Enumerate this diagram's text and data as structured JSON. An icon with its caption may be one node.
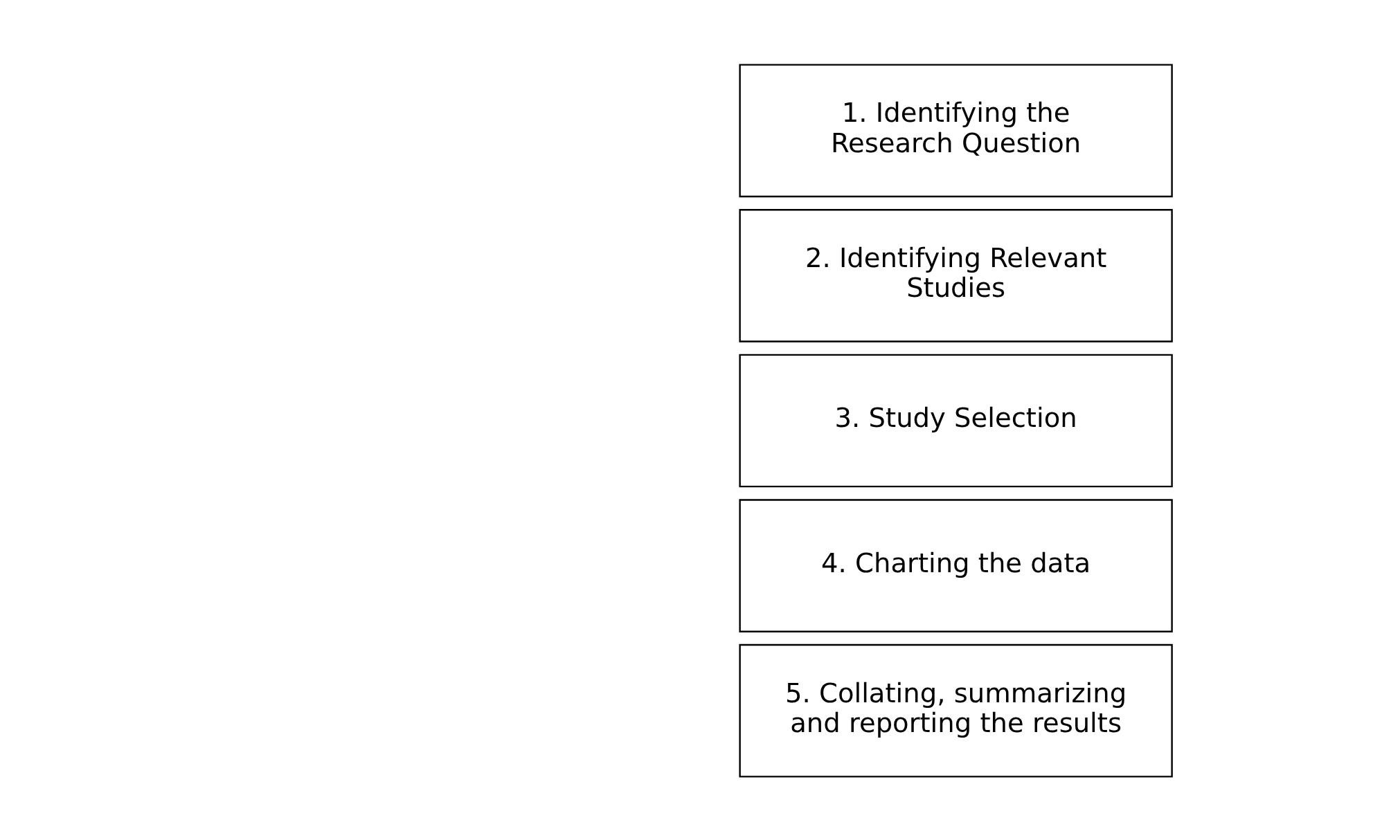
{
  "diagram": {
    "nodes": [
      {
        "text": [
          "1. Identifying the Research Question"
        ]
      },
      {
        "text": [
          "2. Identifying Relevant Studies"
        ]
      },
      {
        "text": [
          "3. Study Selection"
        ]
      },
      {
        "text": [
          "4. Charting the data"
        ]
      },
      {
        "text": [
          "5. Collating, summarizing and reporting the results"
        ]
      }
    ]
  }
}
